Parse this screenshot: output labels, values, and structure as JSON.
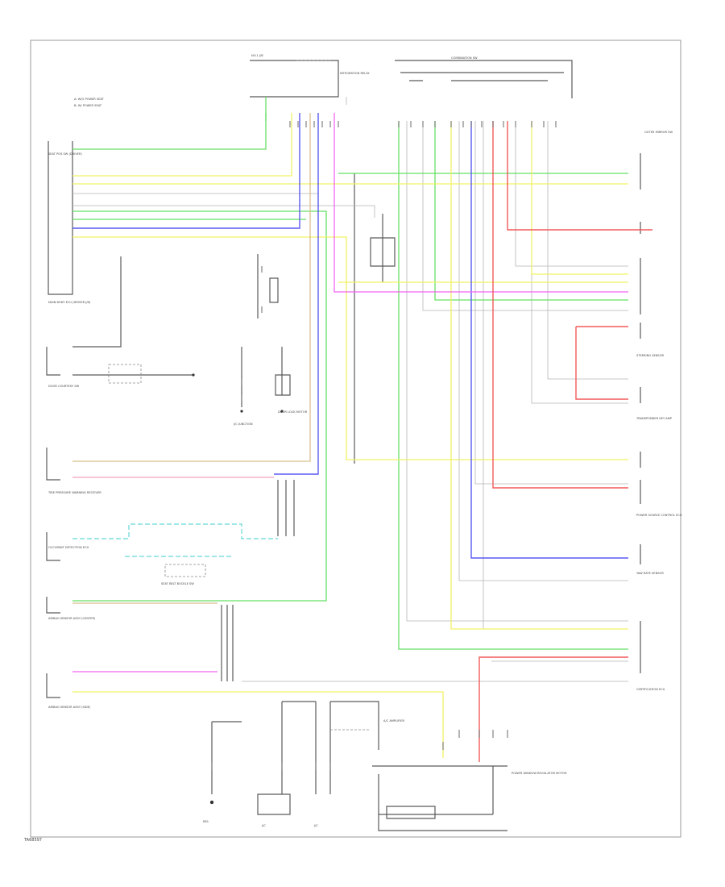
{
  "diagram": {
    "footer_ref": "TA68597",
    "legend": [
      "A: W/O POWER SEAT",
      "B: W/ POWER SEAT"
    ],
    "components": {
      "power_seat_sw": "SEAT POS SW (DRIVER)",
      "main_body_ecu_left": "MAIN BODY ECU (DRIVER J/B)",
      "integration_relay": "INTEGRATION RELAY",
      "fuse_block": "NO.1 J/B",
      "combination_sw": "COMBINATION SW",
      "junction_conn": "J/C JUNCTION",
      "ground_sw": "DOOR COURTESY SW",
      "door_lock_motor": "DOOR LOCK MOTOR",
      "power_window_regulator": "POWER WINDOW REGULATOR MOTOR",
      "tire_pressure": "TIRE PRESSURE WARNING RECEIVER",
      "occupant_sensor": "OCCUPANT DETECTION ECU",
      "seatbelt": "SEAT BELT BUCKLE SW",
      "airbag_sensor_front": "AIRBAG SENSOR ASSY (CENTER)",
      "airbag_sensor_side": "AIRBAG SENSOR ASSY (SIDE)",
      "right_mirror": "OUTER MIRROR SW",
      "transponder": "TRANSPONDER KEY AMP",
      "steering_sensor": "STEERING SENSOR",
      "power_source": "POWER SOURCE CONTROL ECU",
      "yaw_rate": "YAW RATE SENSOR",
      "center_ecu": "CERTIFICATION ECU",
      "bottom_ecu": "A/C AMPLIFIER",
      "ground_1": "EB1",
      "ground_2": "J/C",
      "ground_3": "J/C"
    }
  }
}
